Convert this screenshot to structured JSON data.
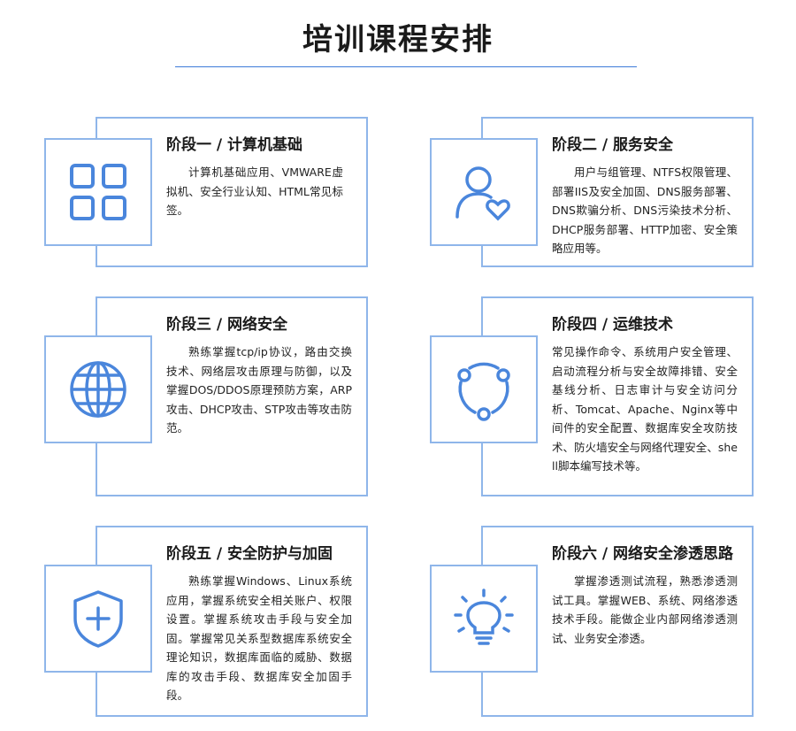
{
  "page": {
    "title": "培训课程安排"
  },
  "stages": [
    {
      "title": "阶段一 / 计算机基础",
      "icon": "grid-icon",
      "body": "计算机基础应用、VMWARE虚拟机、安全行业认知、HTML常见标签。"
    },
    {
      "title": "阶段二 / 服务安全",
      "icon": "user-heart-icon",
      "body": "用户与组管理、NTFS权限管理、部署IIS及安全加固、DNS服务部署、DNS欺骗分析、DNS污染技术分析、DHCP服务部署、HTTP加密、安全策略应用等。"
    },
    {
      "title": "阶段三 / 网络安全",
      "icon": "globe-icon",
      "body": "熟练掌握tcp/ip协议，路由交换技术、网络层攻击原理与防御，以及掌握DOS/DDOS原理预防方案，ARP攻击、DHCP攻击、STP攻击等攻击防范。"
    },
    {
      "title": "阶段四 / 运维技术",
      "icon": "cycle-nodes-icon",
      "body": "常见操作命令、系统用户安全管理、启动流程分析与安全故障排错、安全基线分析、日志审计与安全访问分析、Tomcat、Apache、Nginx等中间件的安全配置、数据库安全攻防技术、防火墙安全与网络代理安全、shell脚本编写技术等。"
    },
    {
      "title": "阶段五 / 安全防护与加固",
      "icon": "shield-plus-icon",
      "body": "熟练掌握Windows、Linux系统应用，掌握系统安全相关账户、权限设置。掌握系统攻击手段与安全加固。掌握常见关系型数据库系统安全理论知识，数据库面临的威胁、数据库的攻击手段、数据库安全加固手段。"
    },
    {
      "title": "阶段六 / 网络安全渗透思路",
      "icon": "lightbulb-icon",
      "body": "掌握渗透测试流程，熟悉渗透测试工具。掌握WEB、系统、网络渗透技术手段。能做企业内部网络渗透测试、业务安全渗透。"
    }
  ],
  "colors": {
    "accent": "#3d7bd9",
    "border": "#8fb6ea",
    "icon": "#4a86dc"
  }
}
